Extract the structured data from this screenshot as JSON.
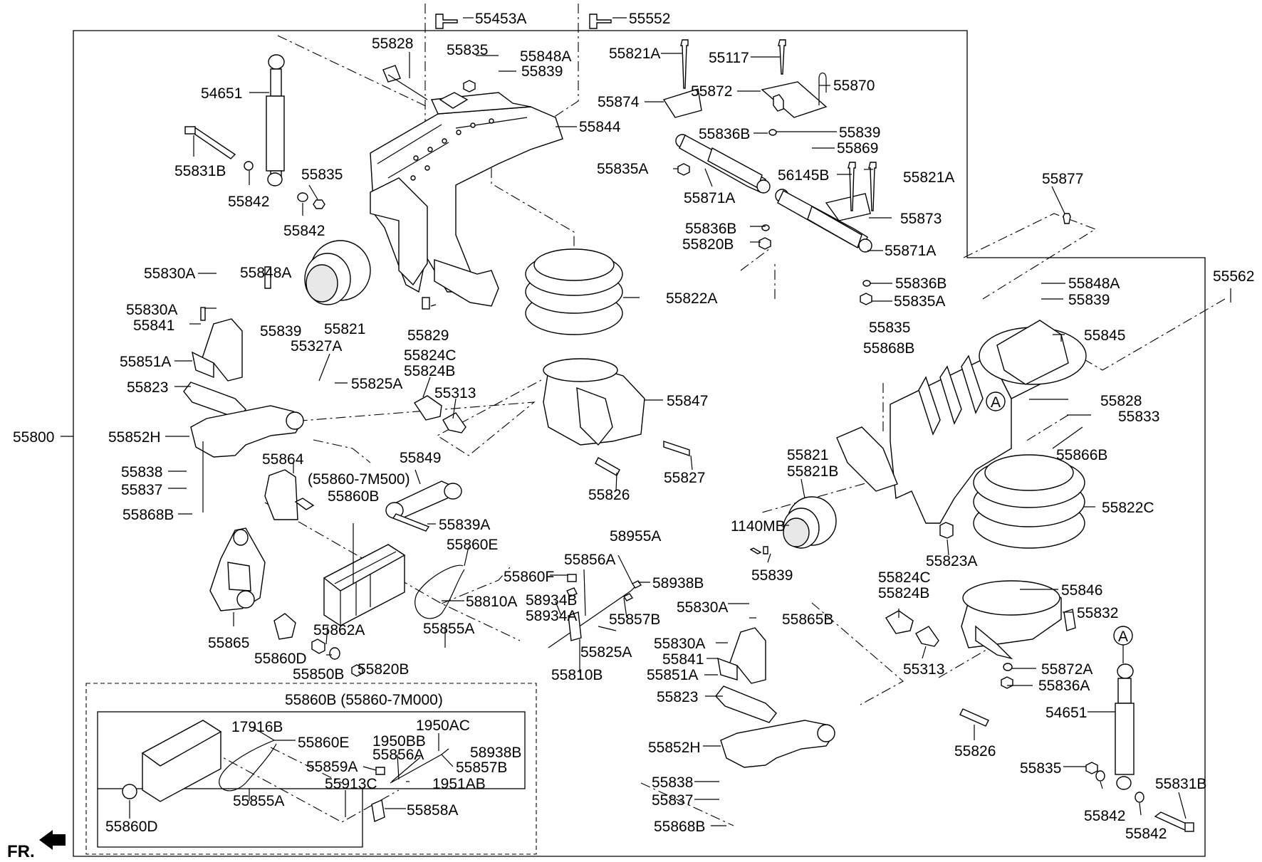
{
  "labels": {
    "l55453A": "55453A",
    "l55552": "55552",
    "l55828a": "55828",
    "l55835a": "55835",
    "l55848Aa": "55848A",
    "l55839a": "55839",
    "l54651a": "54651",
    "l55844": "55844",
    "l55821Aa": "55821A",
    "l55117": "55117",
    "l55870": "55870",
    "l55874": "55874",
    "l55872": "55872",
    "l55836Ba": "55836B",
    "l55839b": "55839",
    "l55869": "55869",
    "l55831Ba": "55831B",
    "l55835b": "55835",
    "l55842a": "55842",
    "l55842b": "55842",
    "l55835Aa": "55835A",
    "l55871Aa": "55871A",
    "l56145B": "56145B",
    "l55821Ab": "55821A",
    "l55877": "55877",
    "l55873": "55873",
    "l55836Bb": "55836B",
    "l55820Ba": "55820B",
    "l55871Ab": "55871A",
    "l55830Aa": "55830A",
    "l55848Ab": "55848A",
    "l55821a": "55821",
    "l55822A": "55822A",
    "l55836Bc": "55836B",
    "l55835Ab": "55835A",
    "l55562": "55562",
    "l55848Ac": "55848A",
    "l55839c": "55839",
    "l55830Ab": "55830A",
    "l55841a": "55841",
    "l55839d": "55839",
    "l55829": "55829",
    "l55835c": "55835",
    "l55845": "55845",
    "l55327A": "55327A",
    "l55851Aa": "55851A",
    "l55868Ba": "55868B",
    "l55825Aa": "55825A",
    "l55823a": "55823",
    "l55824Ca": "55824C",
    "l55824Ba": "55824B",
    "l55313a": "55313",
    "l55847": "55847",
    "l55828b": "55828",
    "l55833": "55833",
    "l55800": "55800",
    "l55852Ha": "55852H",
    "l55866B": "55866B",
    "l55838a": "55838",
    "l55837a": "55837",
    "l55868Bb": "55868B",
    "l55864": "55864",
    "l55849": "55849",
    "l55827": "55827",
    "l55826a": "55826",
    "l55860_7M500": "(55860-7M500)",
    "l55860Ba": "55860B",
    "l55821b": "55821",
    "l55821B": "55821B",
    "l55822C": "55822C",
    "l55839A": "55839A",
    "l1140MB": "1140MB",
    "l55860Ea": "55860E",
    "l58955A": "58955A",
    "l55856Aa": "55856A",
    "l55860F": "55860F",
    "l58938Ba": "58938B",
    "l55823A": "55823A",
    "l55839e": "55839",
    "l58810A": "58810A",
    "l58934B": "58934B",
    "l58934A": "58934A",
    "l55824Cb": "55824C",
    "l55824Bb": "55824B",
    "l55846": "55846",
    "l55830Ac": "55830A",
    "l55857Ba": "55857B",
    "l55865B": "55865B",
    "l55832": "55832",
    "l55855Aa": "55855A",
    "l55862A": "55862A",
    "l55825Ab": "55825A",
    "l55830Ad": "55830A",
    "l55841b": "55841",
    "l55313b": "55313",
    "l55872A": "55872A",
    "l55865": "55865",
    "l55860Da": "55860D",
    "l55850B": "55850B",
    "l55820Bb": "55820B",
    "l55810B": "55810B",
    "l55851Ab": "55851A",
    "l55836A": "55836A",
    "l54651b": "54651",
    "l55823b": "55823",
    "l55860B_7M000": "55860B (55860-7M000)",
    "l17916B": "17916B",
    "l1950AC": "1950AC",
    "l55860Eb": "55860E",
    "l1950BB": "1950BB",
    "l58938Bb": "58938B",
    "l55856Ab": "55856A",
    "l55859A": "55859A",
    "l55857Bb": "55857B",
    "l55913C": "55913C",
    "l1951AB": "1951AB",
    "l55852Hb": "55852H",
    "l55826b": "55826",
    "l55835d": "55835",
    "l55831Bb": "55831B",
    "l55855Ab": "55855A",
    "l55858A": "55858A",
    "l55838b": "55838",
    "l55837b": "55837",
    "l55842c": "55842",
    "l55842d": "55842",
    "l55860Db": "55860D",
    "l55868Bc": "55868B",
    "marker_a1": "A",
    "marker_a2": "A",
    "fr": "FR."
  }
}
